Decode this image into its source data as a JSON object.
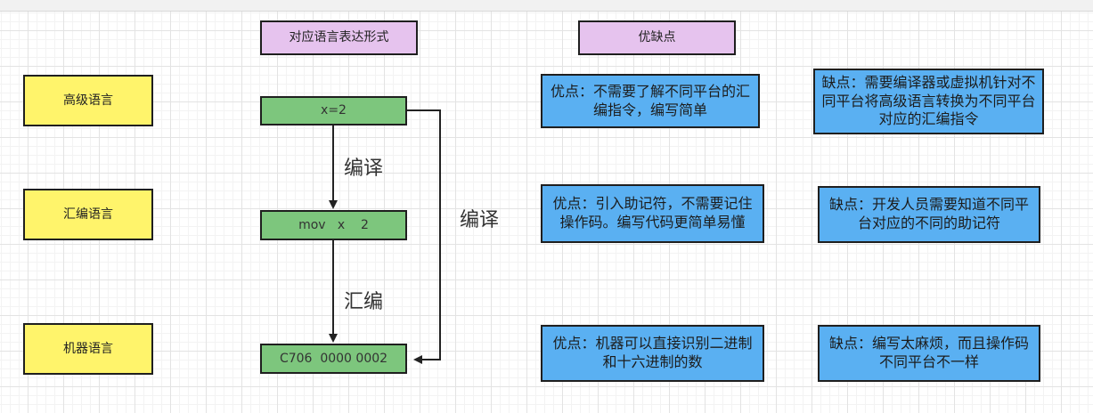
{
  "headers": {
    "representation": "对应语言表达形式",
    "pros_cons": "优缺点"
  },
  "levels": {
    "high": "高级语言",
    "assembly": "汇编语言",
    "machine": "机器语言"
  },
  "code": {
    "high": "x=2",
    "assembly": "mov   x    2",
    "machine": "C706  0000 0002"
  },
  "edges": {
    "compile_1": "编译",
    "compile_2": "编译",
    "assemble": "汇编"
  },
  "notes": {
    "high_pro": "优点：不需要了解不同平台的汇编指令，编写简单",
    "high_con": "缺点：需要编译器或虚拟机针对不同平台将高级语言转换为不同平台对应的汇编指令",
    "asm_pro": "优点：引入助记符，不需要记住操作码。编写代码更简单易懂",
    "asm_con": "缺点：开发人员需要知道不同平台对应的不同的助记符",
    "machine_pro": "优点：机器可以直接识别二进制和十六进制的数",
    "machine_con": "缺点：编写太麻烦，而且操作码不同平台不一样"
  },
  "colors": {
    "yellow": "#fff46b",
    "purple": "#e6c3ee",
    "green": "#7dc67d",
    "blue": "#5ab0f2"
  }
}
